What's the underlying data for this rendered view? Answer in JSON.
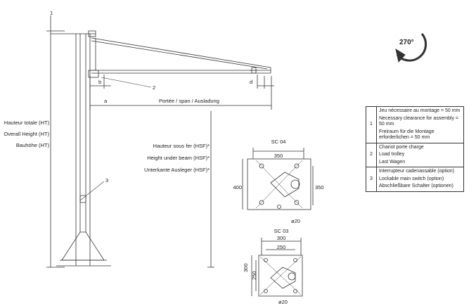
{
  "height_labels": {
    "total": [
      "Hauteur totale (HT)",
      "Overall Height (HT)",
      "Bauhöhe (HT)"
    ],
    "under_beam": [
      "Hauteur sous fer (HSF)*",
      "Height under beam (HSF)*",
      "Unterkante Ausleger (HSF)*"
    ]
  },
  "span_label": "Portée / span / Ausladung",
  "callouts": {
    "one": "1",
    "two": "2",
    "three": "3",
    "a": "a",
    "b": "b",
    "d": "d"
  },
  "rotation": {
    "label": "270°",
    "icon": "rotation-arrow-icon"
  },
  "plate_sc04": {
    "title": "SC 04",
    "width": "350",
    "height_left": "400",
    "height_right": "350",
    "hole": "ø20"
  },
  "plate_sc03": {
    "title": "SC 03",
    "width_outer": "300",
    "width_inner": "250",
    "height_outer": "300",
    "height_inner": "250",
    "hole": "ø20"
  },
  "legend": [
    {
      "num": "1",
      "lines": [
        "Jeu nécessaire au montage = 50 mm",
        "Necessary clearance for assembly = 50 mm",
        "Freiraum für die Montage erforderlichen = 50 mm"
      ]
    },
    {
      "num": "2",
      "lines": [
        "Chariot porte charge",
        "Load trolley",
        "Last Wagen"
      ]
    },
    {
      "num": "3",
      "lines": [
        "Interrupteur cadenassable (option)",
        "Lockable main switch (option)",
        "Abschließbare Schalter (optionen)"
      ]
    }
  ],
  "colors": {
    "line": "#333333",
    "text": "#222222"
  }
}
